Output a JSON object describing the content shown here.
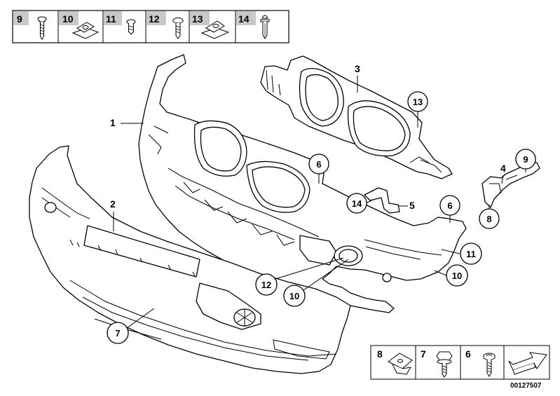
{
  "top_legend": [
    {
      "number": "9",
      "icon": "screw-icon"
    },
    {
      "number": "10",
      "icon": "clip-nut-icon"
    },
    {
      "number": "11",
      "icon": "short-screw-icon"
    },
    {
      "number": "12",
      "icon": "washer-screw-icon"
    },
    {
      "number": "13",
      "icon": "clip-nut-icon"
    },
    {
      "number": "14",
      "icon": "expanding-rivet-icon"
    }
  ],
  "bottom_legend": [
    {
      "number": "8",
      "icon": "clip-icon"
    },
    {
      "number": "7",
      "icon": "collar-bolt-icon"
    },
    {
      "number": "6",
      "icon": "washer-screw-icon"
    },
    {
      "number": "",
      "icon": "arrow-icon"
    }
  ],
  "callouts": {
    "plain": [
      {
        "id": "1",
        "text": "1"
      },
      {
        "id": "2",
        "text": "2"
      },
      {
        "id": "3",
        "text": "3"
      },
      {
        "id": "4",
        "text": "4"
      },
      {
        "id": "5",
        "text": "5"
      }
    ],
    "circled": [
      {
        "id": "c13",
        "text": "13"
      },
      {
        "id": "c6a",
        "text": "6"
      },
      {
        "id": "c9",
        "text": "9"
      },
      {
        "id": "c14",
        "text": "14"
      },
      {
        "id": "c6b",
        "text": "6"
      },
      {
        "id": "c8",
        "text": "8"
      },
      {
        "id": "c11",
        "text": "11"
      },
      {
        "id": "c10a",
        "text": "10"
      },
      {
        "id": "c12",
        "text": "12"
      },
      {
        "id": "c10b",
        "text": "10"
      },
      {
        "id": "c7",
        "text": "7"
      }
    ]
  },
  "reference_number": "00127507"
}
